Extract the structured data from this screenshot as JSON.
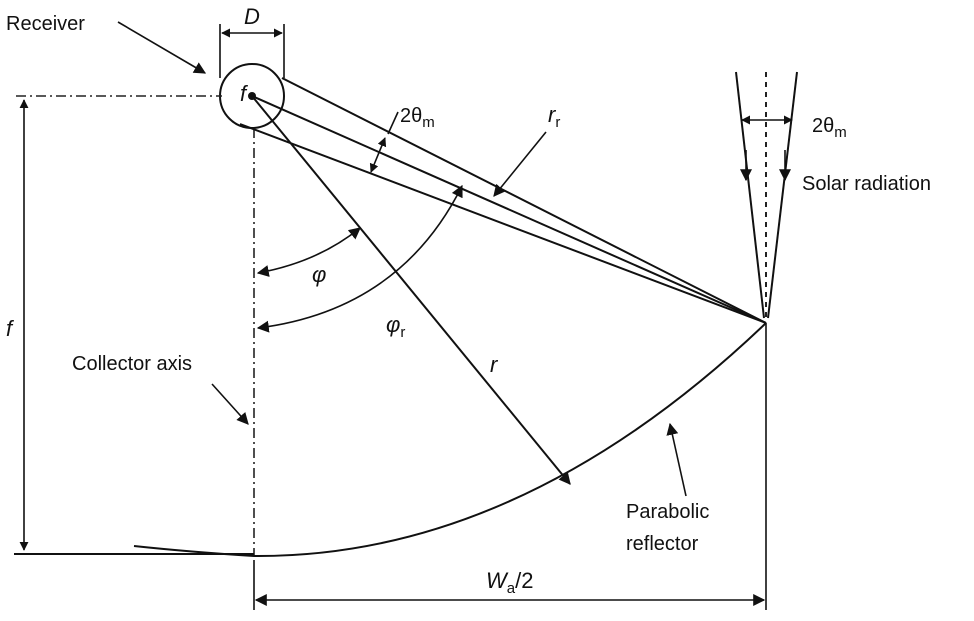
{
  "labels": {
    "receiver": "Receiver",
    "D": "D",
    "f_focus": "f",
    "f_height": "f",
    "two_theta_1": "2θ",
    "two_theta_1_sub": "m",
    "two_theta_2": "2θ",
    "two_theta_2_sub": "m",
    "r_r": "r",
    "r_r_sub": "r",
    "solar_radiation": "Solar radiation",
    "phi": "φ",
    "phi_r": "φ",
    "phi_r_sub": "r",
    "r": "r",
    "collector_axis": "Collector axis",
    "parabolic": "Parabolic",
    "reflector": "reflector",
    "wa": "W",
    "wa_sub": "a",
    "wa_tail": "/2"
  }
}
